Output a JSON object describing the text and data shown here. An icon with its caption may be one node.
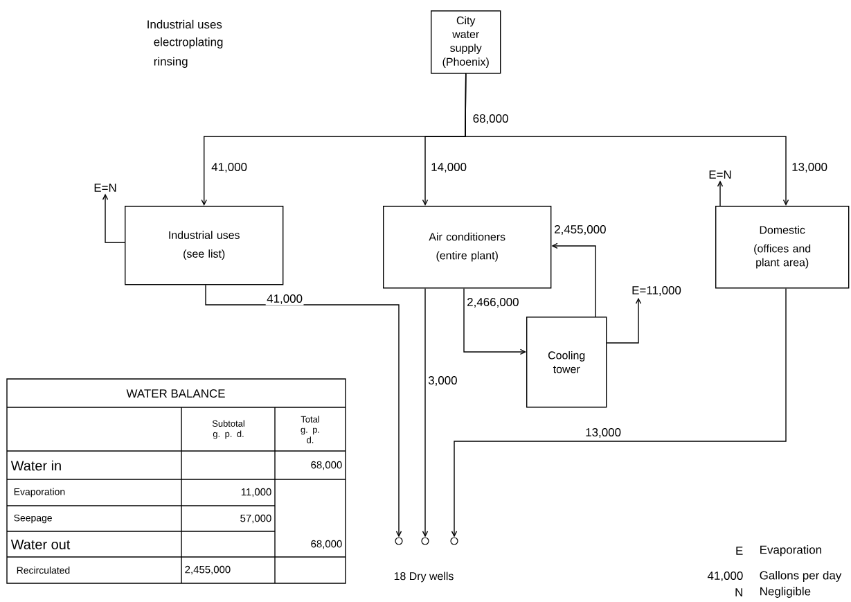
{
  "diagram": {
    "nodes": [
      {
        "text": [
          "City water supply (Phoenix)"
        ]
      },
      {
        "text": [
          "Industrial uses",
          "(see list)"
        ]
      },
      {
        "text": [
          "Air conditioners",
          "(entire plant)"
        ]
      },
      {
        "text": [
          "Domestic",
          "(offices and plant area)"
        ]
      },
      {
        "text": [
          "Cooling tower"
        ]
      },
      {
        "text": [
          "E=N"
        ]
      },
      {
        "text": [
          "E=N"
        ]
      },
      {
        "text": [
          "E=11,000"
        ]
      },
      {
        "text": [],
        "shape": "circle"
      },
      {
        "text": [],
        "shape": "circle"
      },
      {
        "text": [],
        "shape": "circle"
      }
    ],
    "edges": [
      {
        "from": 0,
        "to": 1,
        "arrow": "to",
        "label": "41,000"
      },
      {
        "from": 0,
        "to": 2,
        "arrow": "to",
        "label": "14,000"
      },
      {
        "from": 0,
        "to": 3,
        "arrow": "to",
        "label": "13,000"
      },
      {
        "from": 1,
        "to": 5,
        "arrow": "to"
      },
      {
        "from": 3,
        "to": 6,
        "arrow": "to"
      },
      {
        "from": 2,
        "to": 4,
        "arrow": "to",
        "label": "2,466,000"
      },
      {
        "from": 4,
        "to": 2,
        "arrow": "to",
        "label": "2,455,000"
      },
      {
        "from": 4,
        "to": 7,
        "arrow": "to"
      },
      {
        "from": 1,
        "to": 8,
        "arrow": "to",
        "label": "41,000"
      },
      {
        "from": 2,
        "to": 9,
        "arrow": "to",
        "label": "3,000"
      },
      {
        "from": 3,
        "to": 10,
        "arrow": "to",
        "label": "13,000"
      }
    ],
    "labels": [
      "Industrial uses",
      "electroplating",
      "rinsing",
      "68,000",
      "WATER BALANCE",
      "Subtotal g. p. d.",
      "Total g. p. d.",
      "Water in",
      "68,000",
      "Evaporation",
      "11,000",
      "Seepage",
      "57,000",
      "Water out",
      "68,000",
      "Recirculated",
      "2,455,000",
      "18 Dry wells",
      "E",
      "Evaporation",
      "41,000",
      "Gallons per day",
      "N",
      "Negligible"
    ]
  }
}
